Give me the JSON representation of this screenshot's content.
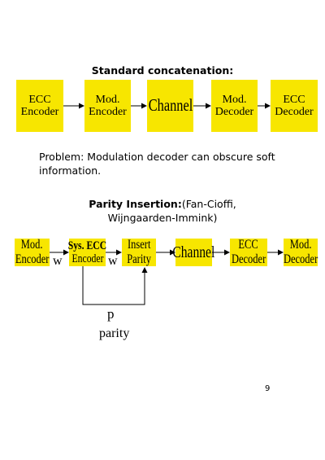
{
  "page": {
    "page_number": "9"
  },
  "standard": {
    "title": "Standard concatenation:",
    "blocks": [
      {
        "line1": "ECC",
        "line2": "Encoder"
      },
      {
        "line1": "Mod.",
        "line2": "Encoder"
      },
      {
        "line1": "Channel",
        "line2": ""
      },
      {
        "line1": "Mod.",
        "line2": "Decoder"
      },
      {
        "line1": "ECC",
        "line2": "Decoder"
      }
    ]
  },
  "problem": {
    "text": "Problem:  Modulation decoder can obscure soft information."
  },
  "parity": {
    "title_bold": "Parity Insertion:",
    "title_rest": "(Fan-Cioffi,",
    "title_line2": "Wijngaarden-Immink)",
    "blocks": [
      {
        "line1": "Mod.",
        "line2": "Encoder"
      },
      {
        "line1": "Sys. ECC",
        "line2": "Encoder"
      },
      {
        "line1": "Insert",
        "line2": "Parity"
      },
      {
        "line1": "Channel",
        "line2": ""
      },
      {
        "line1": "ECC",
        "line2": "Decoder"
      },
      {
        "line1": "Mod.",
        "line2": "Decoder"
      }
    ],
    "w_label_1": "w",
    "w_label_2": "w",
    "p_label": "p",
    "parity_label": "parity"
  },
  "colors": {
    "block_fill": "#f7e600",
    "line": "#000000"
  }
}
